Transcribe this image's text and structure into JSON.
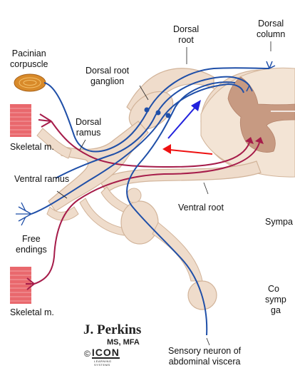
{
  "labels": {
    "pacinian": [
      "Pacinian",
      "corpuscle"
    ],
    "skeletal_top": "Skeletal m.",
    "dorsal_ramus": [
      "Dorsal",
      "ramus"
    ],
    "dorsal_root_ganglion": [
      "Dorsal root",
      "ganglion"
    ],
    "dorsal_root": [
      "Dorsal",
      "root"
    ],
    "dorsal_column": [
      "Dorsal",
      "column"
    ],
    "ventral_ramus": "Ventral ramus",
    "ventral_root": "Ventral root",
    "free_endings": [
      "Free",
      "endings"
    ],
    "skeletal_bottom": "Skeletal m.",
    "sensory_neuron": [
      "Sensory neuron of",
      "abdominal viscera"
    ],
    "cut_sympa": "Sympa",
    "cut_co": [
      "Co",
      "symp",
      "ga"
    ]
  },
  "signature": {
    "name": "J. Perkins",
    "degrees": "MS, MFA",
    "copyright": "©",
    "brand": "ICON",
    "brand_sub": "LEARNING SYSTEMS"
  },
  "colors": {
    "nerve": "#efdccb",
    "nerve_edge": "#d2b49a",
    "spinal_cord": "#efdccb",
    "gray_matter": "#c79a82",
    "sensory_fiber": "#1f4fa8",
    "motor_fiber": "#a61c4a",
    "arrow_blue": "#2222dd",
    "arrow_red": "#ee1111",
    "muscle": "#e9686d",
    "pacinian": "#d88a2a"
  }
}
